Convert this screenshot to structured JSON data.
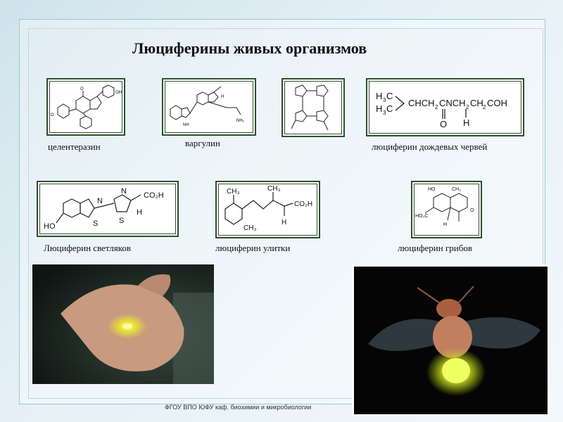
{
  "slide": {
    "title": "Люциферины живых организмов",
    "footer": "ФГОУ ВПО ЮФУ  каф. биохимии и микробиологии"
  },
  "molecules": [
    {
      "caption": "целентеразин",
      "labels": {
        "o": "O",
        "oh": "OH",
        "o2": "O"
      }
    },
    {
      "caption": "варгулин",
      "labels": {
        "nh": "NH",
        "h": "H",
        "nh2": "NH₂"
      }
    },
    {
      "caption": "люциферин дождевых червей",
      "labels": {
        "l1": "H",
        "l2": "C",
        "l3": "CHCH",
        "l4": "CNCH",
        "l5": "CH",
        "l6": "COH",
        "o": "O",
        "h": "H",
        "sub": "3",
        "sub2": "2"
      }
    },
    {
      "caption": "Люциферин светляков",
      "labels": {
        "ho": "HO",
        "s1": "S",
        "s2": "S",
        "n1": "N",
        "n2": "N",
        "co2h": "CO₂H",
        "h": "H"
      }
    },
    {
      "caption": "люциферин улитки",
      "labels": {
        "ch3a": "CH₃",
        "ch3b": "CH₃",
        "ch3c": "CH₃",
        "co2h": "CO₂H",
        "h": "H"
      }
    },
    {
      "caption": "люциферин грибов",
      "labels": {
        "ho": "HO",
        "ch3": "CH₃",
        "h": "H",
        "hoc": "HO₂C",
        "o": "O"
      }
    }
  ],
  "colors": {
    "frame": "#2f4f2f",
    "glow": "#e8ff3c"
  }
}
